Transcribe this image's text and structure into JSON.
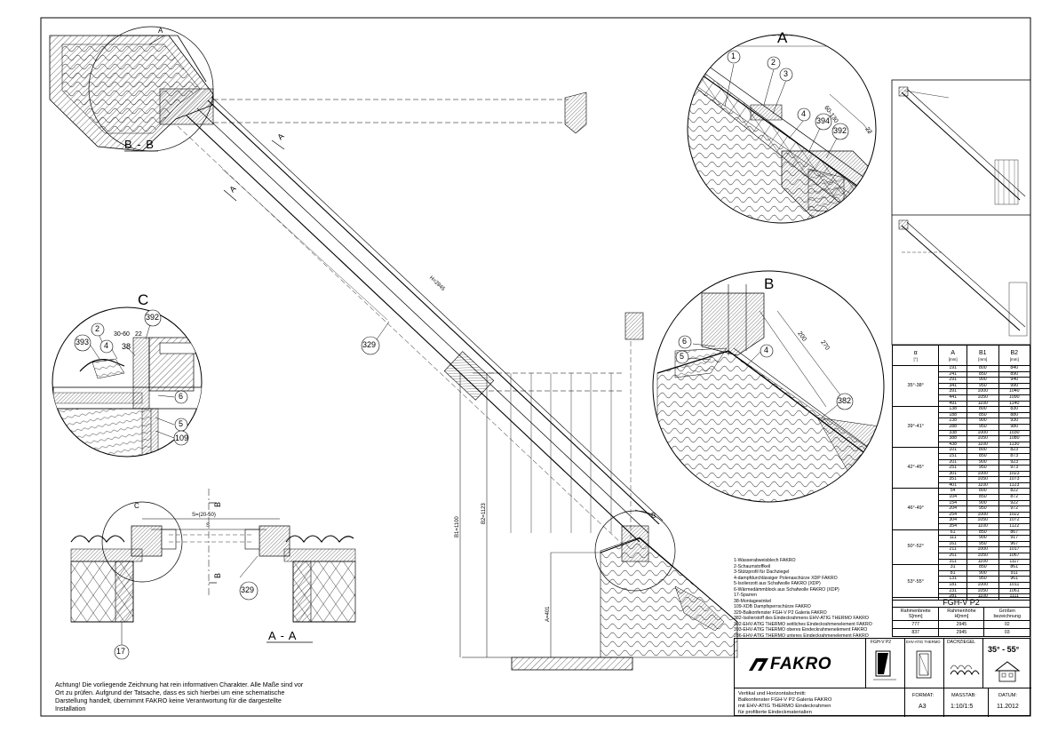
{
  "detail_labels": {
    "a": "A",
    "b": "B",
    "c": "C"
  },
  "section_labels": {
    "bb": "B - B",
    "aa": "A - A",
    "a_small": "A",
    "b_small": "B",
    "c_small": "C"
  },
  "part_numbers": [
    "1",
    "2",
    "3",
    "4",
    "394",
    "392",
    "6",
    "5",
    "382",
    "393",
    "38",
    "109",
    "329",
    "17"
  ],
  "dimensions": {
    "d60_130": "60-130",
    "d22": "22",
    "d200": "200",
    "d270": "270",
    "d30_60": "30-60",
    "d22b": "22",
    "h_window": "H=2945",
    "b1": "B1=1100",
    "b2": "B2=1123",
    "a_dim": "A=401",
    "s_dim": "S=(20-50)",
    "s": "S"
  },
  "legend": [
    "1-Wasserabweisblech FAKRO",
    "2-Schaumstoffkeil",
    "3-Stützprofil für Dachziegel",
    "4-dampfdurchlässiger Polenaschürze XDP FAKRO",
    "5-Isolierzott aus Schafwolle FAKRO (XDP)",
    "6-Wärmedämmblock aus Schafwolle FAKRO (XDP)",
    "17-Sparren",
    "38-Montagewinkel",
    "109-XDB Dampfsperrschürze FAKRO",
    "329-Balkonfenster FGH-V P2 Galeria FAKRO",
    "382-Isolierstoff des Eindeckrahmens EHV-ATIG THERMO FAKRO",
    "392-EHV-ATIG THERMO seitliches Eindeckrahmenelement FAKRO",
    "393-EHV-ATIG THERMO oberes Eindeckrahmenelement FAKRO",
    "286-EHV-ATIG THERMO unteres Eindeckrahmenelement FAKRO"
  ],
  "warning": "Achtung! Die vorliegende Zeichnung hat rein informativen Charakter. Alle Maße sind vor Ort zu prüfen. Aufgrund der Tatsache, dass es sich hierbei um eine schematische Darstellung handelt, übernimmt FAKRO keine Verantwortung für die dargestellte Installation",
  "angle_table": {
    "headers": [
      {
        "main": "α",
        "unit": "[°]"
      },
      {
        "main": "A",
        "unit": "[mm]"
      },
      {
        "main": "B1",
        "unit": "[mm]"
      },
      {
        "main": "B2",
        "unit": "[mm]"
      }
    ],
    "groups": [
      {
        "angle": "35°-38°",
        "rows": [
          [
            "191",
            "800",
            "840"
          ],
          [
            "241",
            "850",
            "890"
          ],
          [
            "291",
            "900",
            "940"
          ],
          [
            "341",
            "950",
            "990"
          ],
          [
            "391",
            "1000",
            "1040"
          ],
          [
            "441",
            "1050",
            "1090"
          ],
          [
            "491",
            "1100",
            "1140"
          ]
        ]
      },
      {
        "angle": "39°-41°",
        "rows": [
          [
            "138",
            "800",
            "830"
          ],
          [
            "188",
            "850",
            "880"
          ],
          [
            "238",
            "900",
            "930"
          ],
          [
            "288",
            "950",
            "980"
          ],
          [
            "338",
            "1000",
            "1030"
          ],
          [
            "388",
            "1050",
            "1080"
          ],
          [
            "438",
            "1100",
            "1130"
          ]
        ]
      },
      {
        "angle": "42°-45°",
        "rows": [
          [
            "101",
            "800",
            "823"
          ],
          [
            "151",
            "850",
            "873"
          ],
          [
            "201",
            "900",
            "923"
          ],
          [
            "251",
            "950",
            "973"
          ],
          [
            "301",
            "1000",
            "1023"
          ],
          [
            "351",
            "1050",
            "1073"
          ],
          [
            "401",
            "1100",
            "1123"
          ]
        ]
      },
      {
        "angle": "46°-49°",
        "rows": [
          [
            "54",
            "800",
            "822"
          ],
          [
            "104",
            "850",
            "872"
          ],
          [
            "154",
            "900",
            "922"
          ],
          [
            "204",
            "950",
            "972"
          ],
          [
            "254",
            "1000",
            "1022"
          ],
          [
            "304",
            "1050",
            "1072"
          ],
          [
            "354",
            "1100",
            "1122"
          ]
        ]
      },
      {
        "angle": "50°-52°",
        "rows": [
          [
            "61",
            "850",
            "867"
          ],
          [
            "111",
            "900",
            "917"
          ],
          [
            "161",
            "950",
            "967"
          ],
          [
            "211",
            "1000",
            "1017"
          ],
          [
            "261",
            "1050",
            "1067"
          ],
          [
            "311",
            "1100",
            "1117"
          ]
        ]
      },
      {
        "angle": "53°-55°",
        "rows": [
          [
            "31",
            "850",
            "861"
          ],
          [
            "81",
            "900",
            "911"
          ],
          [
            "131",
            "950",
            "961"
          ],
          [
            "181",
            "1000",
            "1011"
          ],
          [
            "231",
            "1050",
            "1061"
          ],
          [
            "281",
            "1100",
            "1111"
          ]
        ]
      }
    ]
  },
  "model_name": "FGH-V P2",
  "size_table": {
    "headers": [
      "Rahmenbreite S[mm]",
      "Rahmenhöhe H[mm]",
      "Größen bezeichnung"
    ],
    "rows": [
      [
        "777",
        "2945",
        "02"
      ],
      [
        "837",
        "2945",
        "03"
      ]
    ]
  },
  "title_block": {
    "brand": "FAKRO",
    "col_labels": {
      "window": "FGH-V P2",
      "flashing": "EHV-ATIG THERMO",
      "roofing": "DACHZIEGEL"
    },
    "angle_range": "35° - 55°",
    "description": [
      "Vertikal und Horizontalschnitt:",
      "Balkonfenster FGH-V P2 Galeria FAKRO",
      "mit EHV-ATIG THERMO Eindeckrahmen",
      "für profilierte Eindeckmaterialien"
    ],
    "format_label": "FORMAT:",
    "format_value": "A3",
    "scale_label": "MASSTAB:",
    "scale_value": "1:10/1:5",
    "date_label": "DATUM:",
    "date_value": "11.2012"
  }
}
